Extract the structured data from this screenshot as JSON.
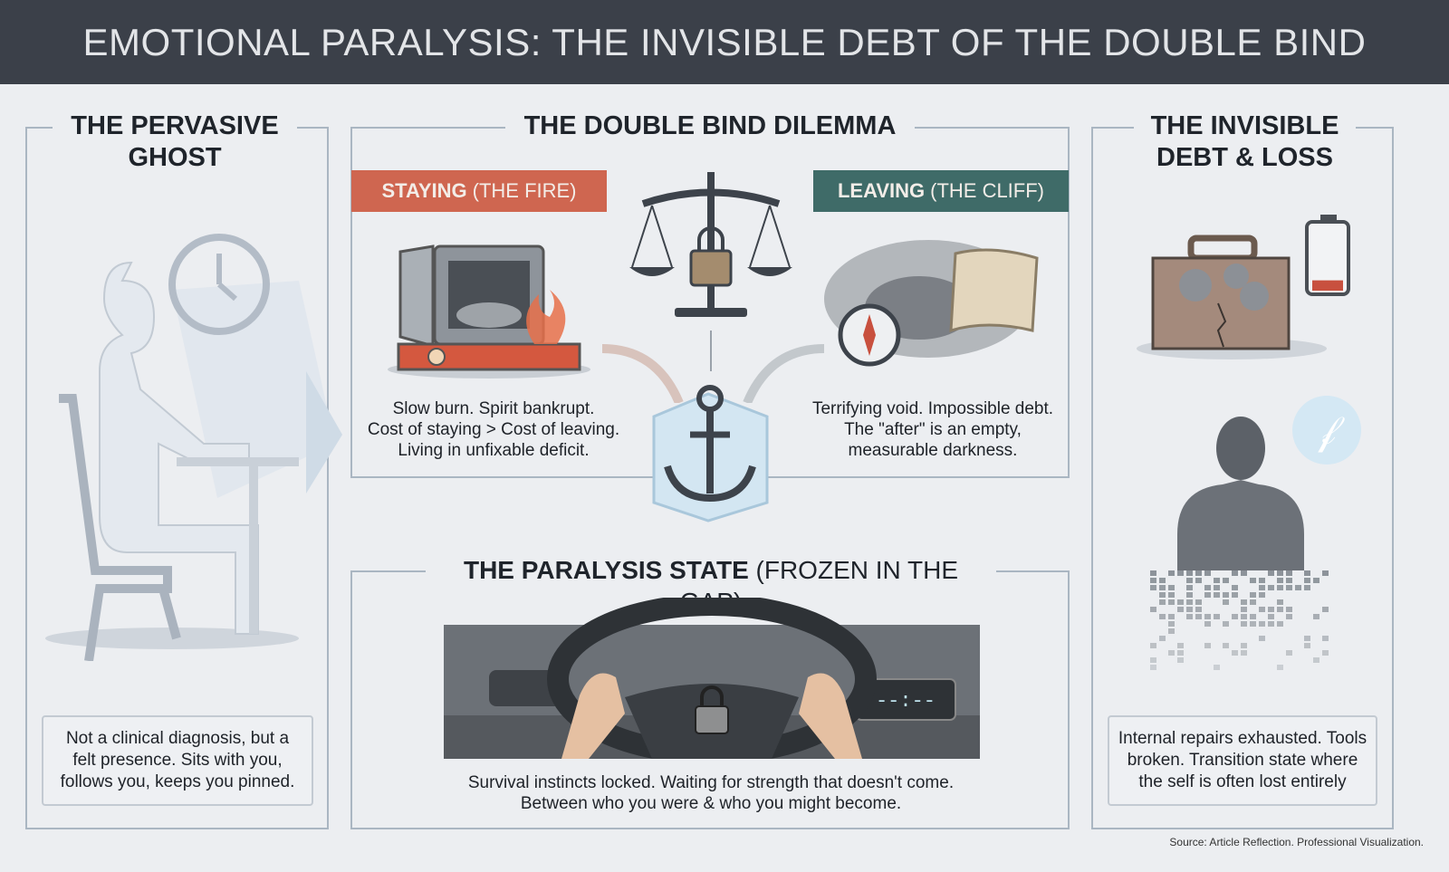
{
  "title": "EMOTIONAL PARALYSIS: THE INVISIBLE DEBT OF THE DOUBLE BIND",
  "left": {
    "title_line1": "THE PERVASIVE",
    "title_line2": "GHOST",
    "caption": "Not a clinical diagnosis, but a felt presence. Sits with you, follows you, keeps you pinned."
  },
  "dilemma": {
    "title": "THE DOUBLE BIND DILEMMA",
    "staying": {
      "label": "STAYING",
      "sub": "(THE FIRE)",
      "color": "#cf6650",
      "lines": [
        "Slow burn. Spirit bankrupt.",
        "Cost of staying > Cost of leaving.",
        "Living in unfixable deficit."
      ]
    },
    "leaving": {
      "label": "LEAVING",
      "sub": "(THE CLIFF)",
      "color": "#3f6b68",
      "lines": [
        "Terrifying void. Impossible debt.",
        "The \"after\" is an empty,",
        "measurable darkness."
      ]
    }
  },
  "paralysis": {
    "title": "THE PARALYSIS STATE",
    "sub": "(FROZEN IN THE GAP)",
    "clock": "--:--",
    "lines": [
      "Survival instincts locked. Waiting for strength that doesn't come.",
      "Between who you were & who you might become."
    ]
  },
  "right": {
    "title_line1": "THE INVISIBLE",
    "title_line2": "DEBT & LOSS",
    "caption": "Internal repairs exhausted. Tools broken. Transition state where the self is often lost entirely",
    "battery_level": 0.15
  },
  "source": "Source: Article Reflection. Professional Visualization."
}
